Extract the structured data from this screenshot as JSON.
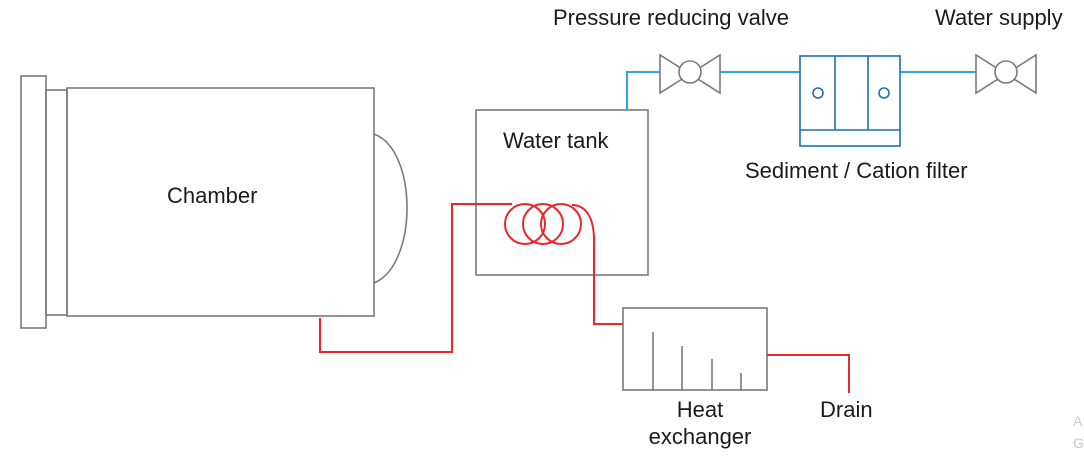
{
  "labels": {
    "chamber": "Chamber",
    "water_tank": "Water tank",
    "pressure_reducing_valve": "Pressure reducing valve",
    "water_supply": "Water supply",
    "filter": "Sediment / Cation filter",
    "heat_exchanger_line1": "Heat",
    "heat_exchanger_line2": "exchanger",
    "drain": "Drain"
  },
  "watermark": [
    "A",
    "G"
  ],
  "colors": {
    "outline": "#7a7a7a",
    "hot_pipe": "#e8262c",
    "water_pipe": "#29a8e0",
    "filter": "#1b6fb5"
  }
}
